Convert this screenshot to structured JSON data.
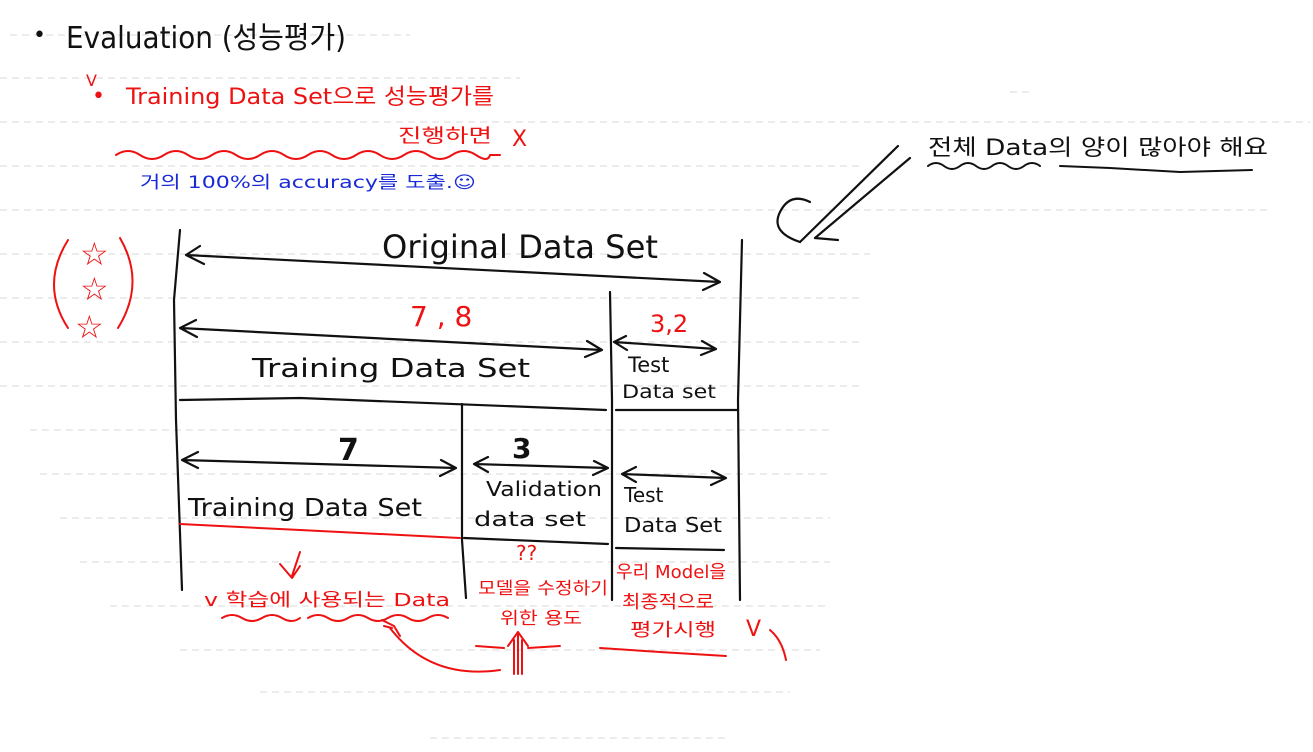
{
  "colors": {
    "ink": "#111111",
    "red": "#ee1111",
    "blue": "#1a2bd6",
    "rule": "#d9d9d9"
  },
  "title": {
    "bullet": "•",
    "text": "Evaluation (성능평가)"
  },
  "note_top": {
    "check": "V",
    "bullet": "•",
    "line1": "Training Data Set으로 성능평가를",
    "line2": "진행하면",
    "cross": "X",
    "blue_note": "거의 100%의 accuracy를 도출.☺"
  },
  "right_note": {
    "text": "전체 Data의 양이 많아야 해요"
  },
  "stars": {
    "s1": "☆",
    "s2": "☆",
    "s3": "☆"
  },
  "diagram": {
    "original_label": "Original Data Set",
    "split1_ratio": "7 , 8",
    "split1_test_ratio": "3,2",
    "training_label": "Training Data Set",
    "test_label_l1": "Test",
    "test_label_l2": "Data set",
    "split2_train_ratio": "7",
    "split2_val_ratio": "3",
    "training2_label": "Training Data Set",
    "val_label_l1": "Validation",
    "val_label_l2": "data set",
    "test2_label_l1": "Test",
    "test2_label_l2": "Data Set"
  },
  "annotations": {
    "train_note": "v 학습에 사용되는 Data",
    "qq": "??",
    "val_note_l1": "모델을 수정하기",
    "val_note_l2": "위한 용도",
    "test_note_l1": "우리 Model을",
    "test_note_l2": "최종적으로",
    "test_note_l3": "평가시행",
    "check_mark": "V"
  }
}
